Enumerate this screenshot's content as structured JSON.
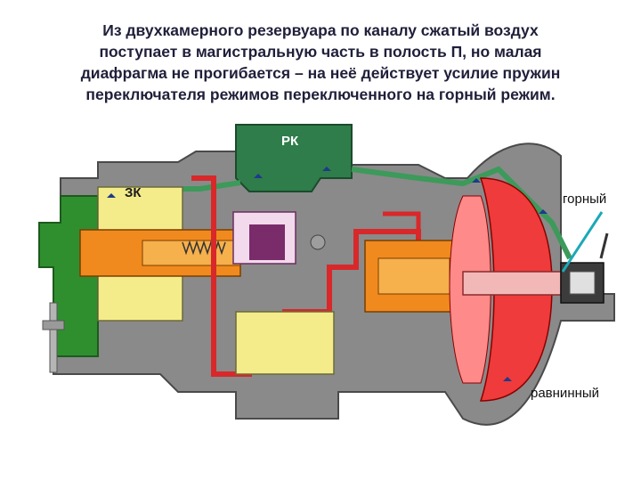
{
  "caption": "Из двухкамерного резервуара по каналу сжатый воздух\nпоступает в магистральную часть в полость П, но малая\nдиафрагма не прогибается – на неё действует усилие пружин\nпереключателя режимов переключенного на горный режим.",
  "labels": {
    "rk": "РК",
    "zk": "ЗК",
    "gorny": "горный",
    "ravninny": "равнинный"
  },
  "colors": {
    "body": "#8a8a8a",
    "body_dark": "#5a5a5a",
    "rk_chamber": "#2f7d4a",
    "zk_chamber": "#2f8f2f",
    "red_channel": "#d8282a",
    "orange": "#f08a1e",
    "yellow": "#f4ec8a",
    "diaphragm": "#ef3b3b",
    "pointer": "#1aa9b8"
  }
}
